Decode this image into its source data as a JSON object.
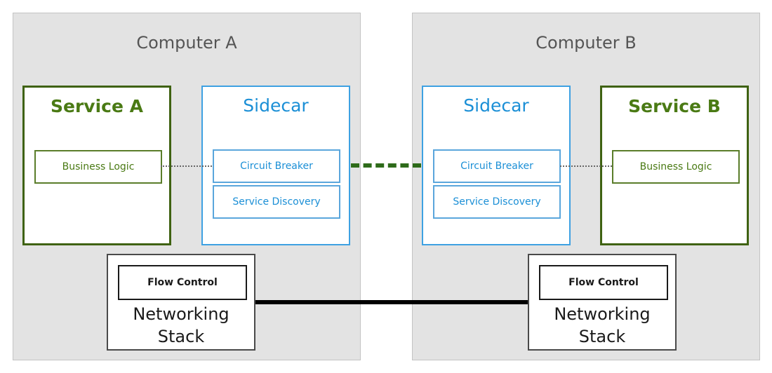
{
  "computer_a": {
    "title": "Computer A",
    "service": {
      "title": "Service A",
      "business_logic": "Business Logic"
    },
    "sidecar": {
      "title": "Sidecar",
      "circuit_breaker": "Circuit Breaker",
      "service_discovery": "Service Discovery"
    },
    "networking": {
      "flow_control": "Flow Control",
      "line1": "Networking",
      "line2": "Stack"
    }
  },
  "computer_b": {
    "title": "Computer B",
    "service": {
      "title": "Service B",
      "business_logic": "Business Logic"
    },
    "sidecar": {
      "title": "Sidecar",
      "circuit_breaker": "Circuit Breaker",
      "service_discovery": "Service Discovery"
    },
    "networking": {
      "flow_control": "Flow Control",
      "line1": "Networking",
      "line2": "Stack"
    }
  },
  "colors": {
    "service_green": "#4a7a14",
    "sidecar_blue": "#1b8fd6",
    "computer_bg": "#e3e3e3",
    "sidecar_link": "#2e6b1a",
    "network_link": "#000000"
  }
}
